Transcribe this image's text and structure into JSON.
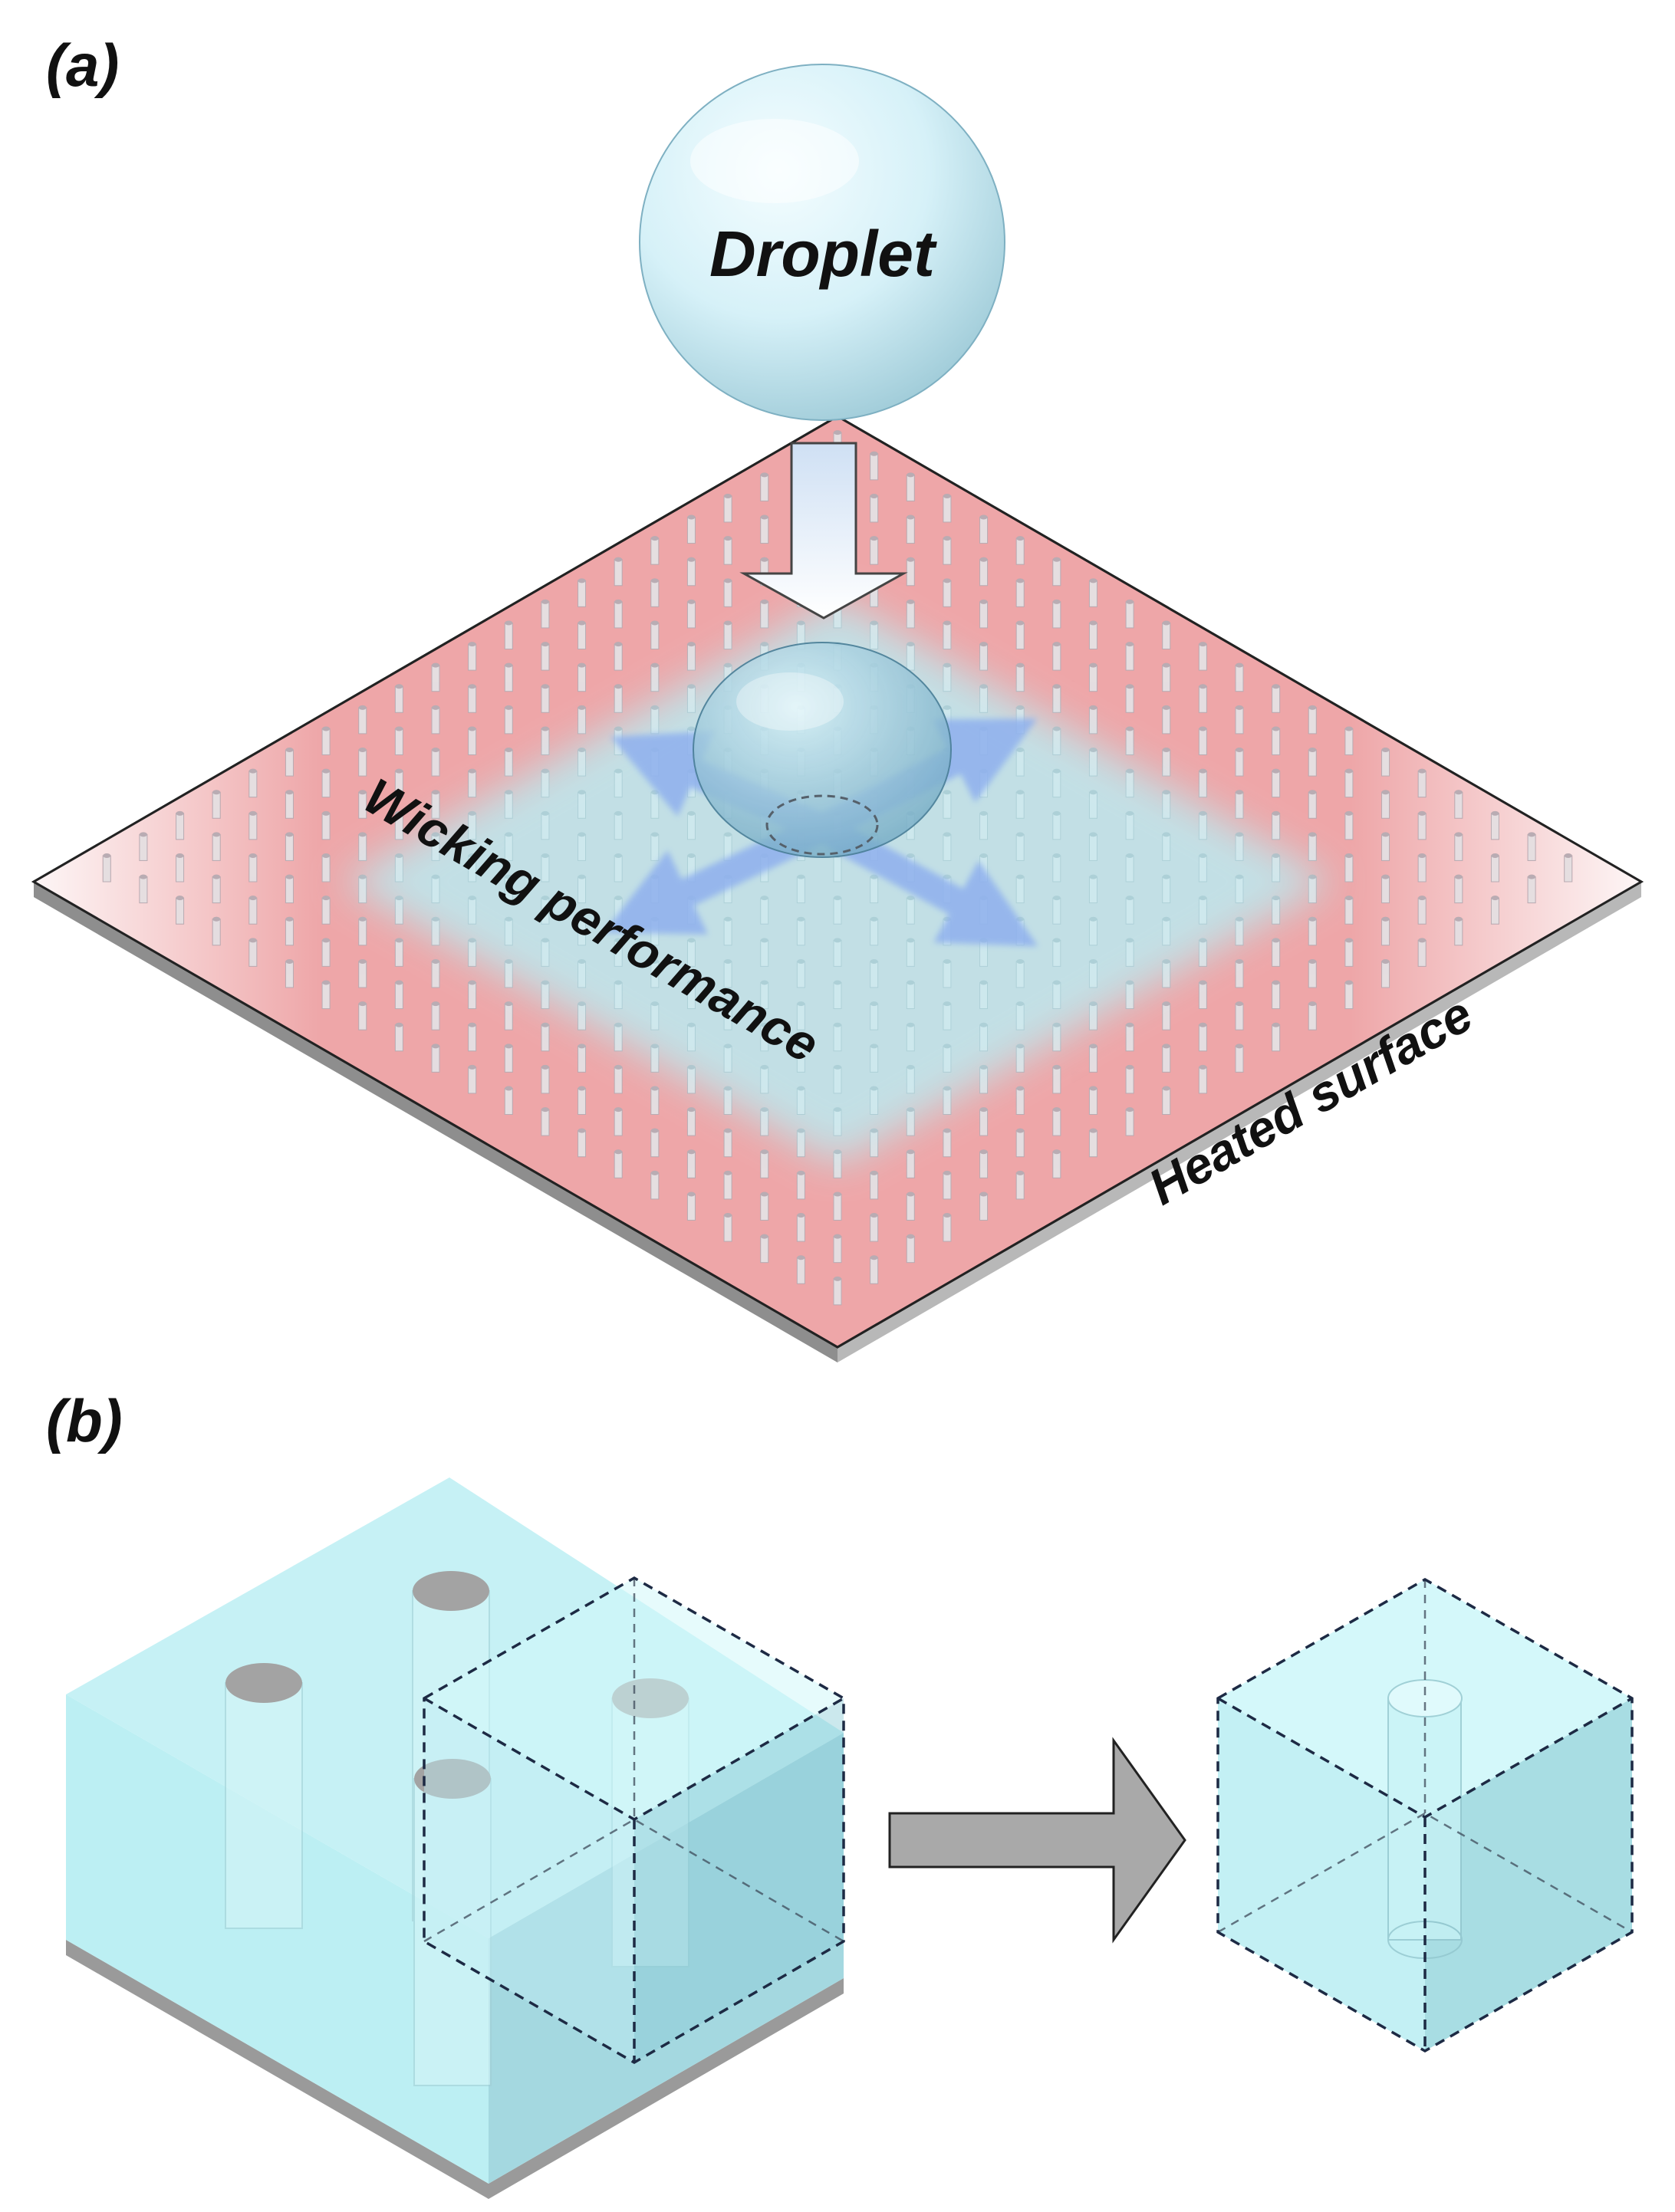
{
  "panel_a": {
    "label": "(a)",
    "droplet_label": "Droplet",
    "wicking_label": "Wicking performance",
    "surface_label": "Heated surface"
  },
  "panel_b": {
    "label": "(b)"
  },
  "colors": {
    "heated_surface": "#eea6a8",
    "wetted_region": "#bfe4ea",
    "droplet": "#cbeef8",
    "wicking_arrows": "#8fb0ee",
    "unit_cell": "#b8eef2",
    "substrate": "#9a9a9a",
    "arrow_gray": "#a9a9a9",
    "dashed_edges": "#1d2a44"
  },
  "icons": {
    "droplet": "sphere",
    "impact_arrow": "down-arrow",
    "wicking_arrows": "four-way-arrows",
    "transition_arrow": "right-arrow"
  }
}
